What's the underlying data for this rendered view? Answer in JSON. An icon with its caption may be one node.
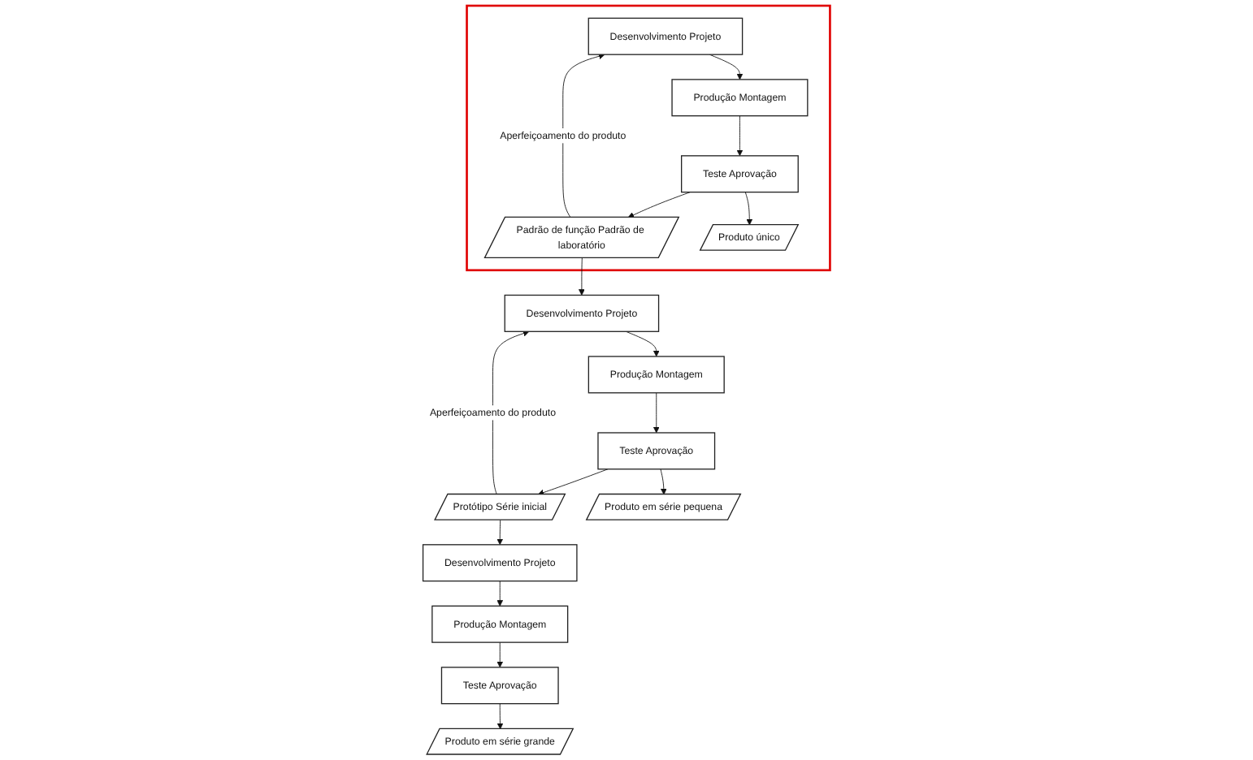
{
  "diagram": {
    "nodes": [
      {
        "text": [],
        "shape": "box"
      },
      {
        "text": [
          "Desenvolvimento Projeto"
        ],
        "in": 0
      },
      {
        "text": [
          "Produção Montagem"
        ],
        "in": 0
      },
      {
        "text": [
          "Teste Aprovação"
        ],
        "in": 0
      },
      {
        "text": [
          "Padrão de função Padrão de laboratório"
        ],
        "in": 0
      },
      {
        "text": [
          "Produto único"
        ],
        "in": 0
      },
      {
        "text": [
          "Desenvolvimento Projeto"
        ]
      },
      {
        "text": [
          "Produção Montagem"
        ]
      },
      {
        "text": [
          "Teste Aprovação"
        ]
      },
      {
        "text": [
          "Protótipo Série inicial"
        ]
      },
      {
        "text": [
          "Produto em série pequena"
        ]
      },
      {
        "text": [
          "Desenvolvimento Projeto"
        ]
      },
      {
        "text": [
          "Produção Montagem"
        ]
      },
      {
        "text": [
          "Teste Aprovação"
        ]
      },
      {
        "text": [
          "Produto em série grande"
        ]
      }
    ],
    "edges": [
      {
        "from": 1,
        "to": 2,
        "arrow": "to"
      },
      {
        "from": 2,
        "to": 3,
        "arrow": "to"
      },
      {
        "from": 3,
        "to": 4,
        "arrow": "to"
      },
      {
        "from": 3,
        "to": 5,
        "arrow": "to"
      },
      {
        "from": 4,
        "to": 1,
        "arrow": "to",
        "label": "Aperfeiçoamento do produto"
      },
      {
        "from": 4,
        "to": 6,
        "arrow": "to"
      },
      {
        "from": 6,
        "to": 7,
        "arrow": "to"
      },
      {
        "from": 7,
        "to": 8,
        "arrow": "to"
      },
      {
        "from": 8,
        "to": 9,
        "arrow": "to"
      },
      {
        "from": 8,
        "to": 10,
        "arrow": "to"
      },
      {
        "from": 9,
        "to": 6,
        "arrow": "to",
        "label": "Aperfeiçoamento do produto"
      },
      {
        "from": 9,
        "to": 11,
        "arrow": "to"
      },
      {
        "from": 11,
        "to": 12,
        "arrow": "to"
      },
      {
        "from": 12,
        "to": 13,
        "arrow": "to"
      },
      {
        "from": 13,
        "to": 14,
        "arrow": "to"
      }
    ]
  }
}
